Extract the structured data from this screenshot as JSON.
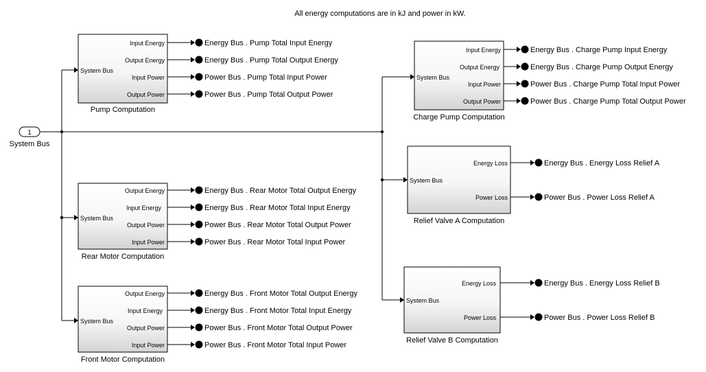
{
  "note": "All energy computations are in kJ and power in kW.",
  "inport": {
    "number": "1",
    "label": "System Bus"
  },
  "blocks": {
    "pump": {
      "name": "Pump Computation",
      "input_label": "System Bus",
      "ports": [
        "Input Energy",
        "Output Energy",
        "Input Power",
        "Output Power"
      ],
      "outputs": [
        "Energy Bus . Pump Total Input Energy",
        "Energy Bus . Pump Total Output Energy",
        "Power Bus . Pump Total Input Power",
        "Power Bus . Pump Total Output Power"
      ]
    },
    "rear": {
      "name": "Rear Motor Computation",
      "input_label": "System Bus",
      "ports": [
        "Output Energy",
        "Input Energy",
        "Output Power",
        "Input Power"
      ],
      "outputs": [
        "Energy Bus . Rear Motor Total Output Energy",
        "Energy Bus . Rear Motor Total Input Energy",
        "Power Bus . Rear Motor Total Output Power",
        "Power Bus . Rear Motor Total Input Power"
      ]
    },
    "front": {
      "name": "Front Motor Computation",
      "input_label": "System Bus",
      "ports": [
        "Output Energy",
        "Input Energy",
        "Output Power",
        "Input Power"
      ],
      "outputs": [
        "Energy Bus . Front Motor Total Output Energy",
        "Energy Bus . Front Motor Total Input Energy",
        "Power Bus . Front Motor Total Output Power",
        "Power Bus . Front Motor Total Input Power"
      ]
    },
    "charge": {
      "name": "Charge Pump Computation",
      "input_label": "System Bus",
      "ports": [
        "Input Energy",
        "Output Energy",
        "Input Power",
        "Output Power"
      ],
      "outputs": [
        "Energy Bus . Charge Pump Input Energy",
        "Energy Bus . Charge Pump Output Energy",
        "Power Bus . Charge Pump Total Input Power",
        "Power Bus . Charge Pump Total Output Power"
      ]
    },
    "reliefA": {
      "name": "Relief Valve A Computation",
      "input_label": "System Bus",
      "ports": [
        "Energy Loss",
        "Power Loss"
      ],
      "outputs": [
        "Energy Bus . Energy Loss Relief A",
        "Power Bus . Power Loss Relief A"
      ]
    },
    "reliefB": {
      "name": "Relief Valve B Computation",
      "input_label": "System Bus",
      "ports": [
        "Energy Loss",
        "Power Loss"
      ],
      "outputs": [
        "Energy Bus . Energy Loss Relief B",
        "Power Bus . Power Loss Relief B"
      ]
    }
  }
}
